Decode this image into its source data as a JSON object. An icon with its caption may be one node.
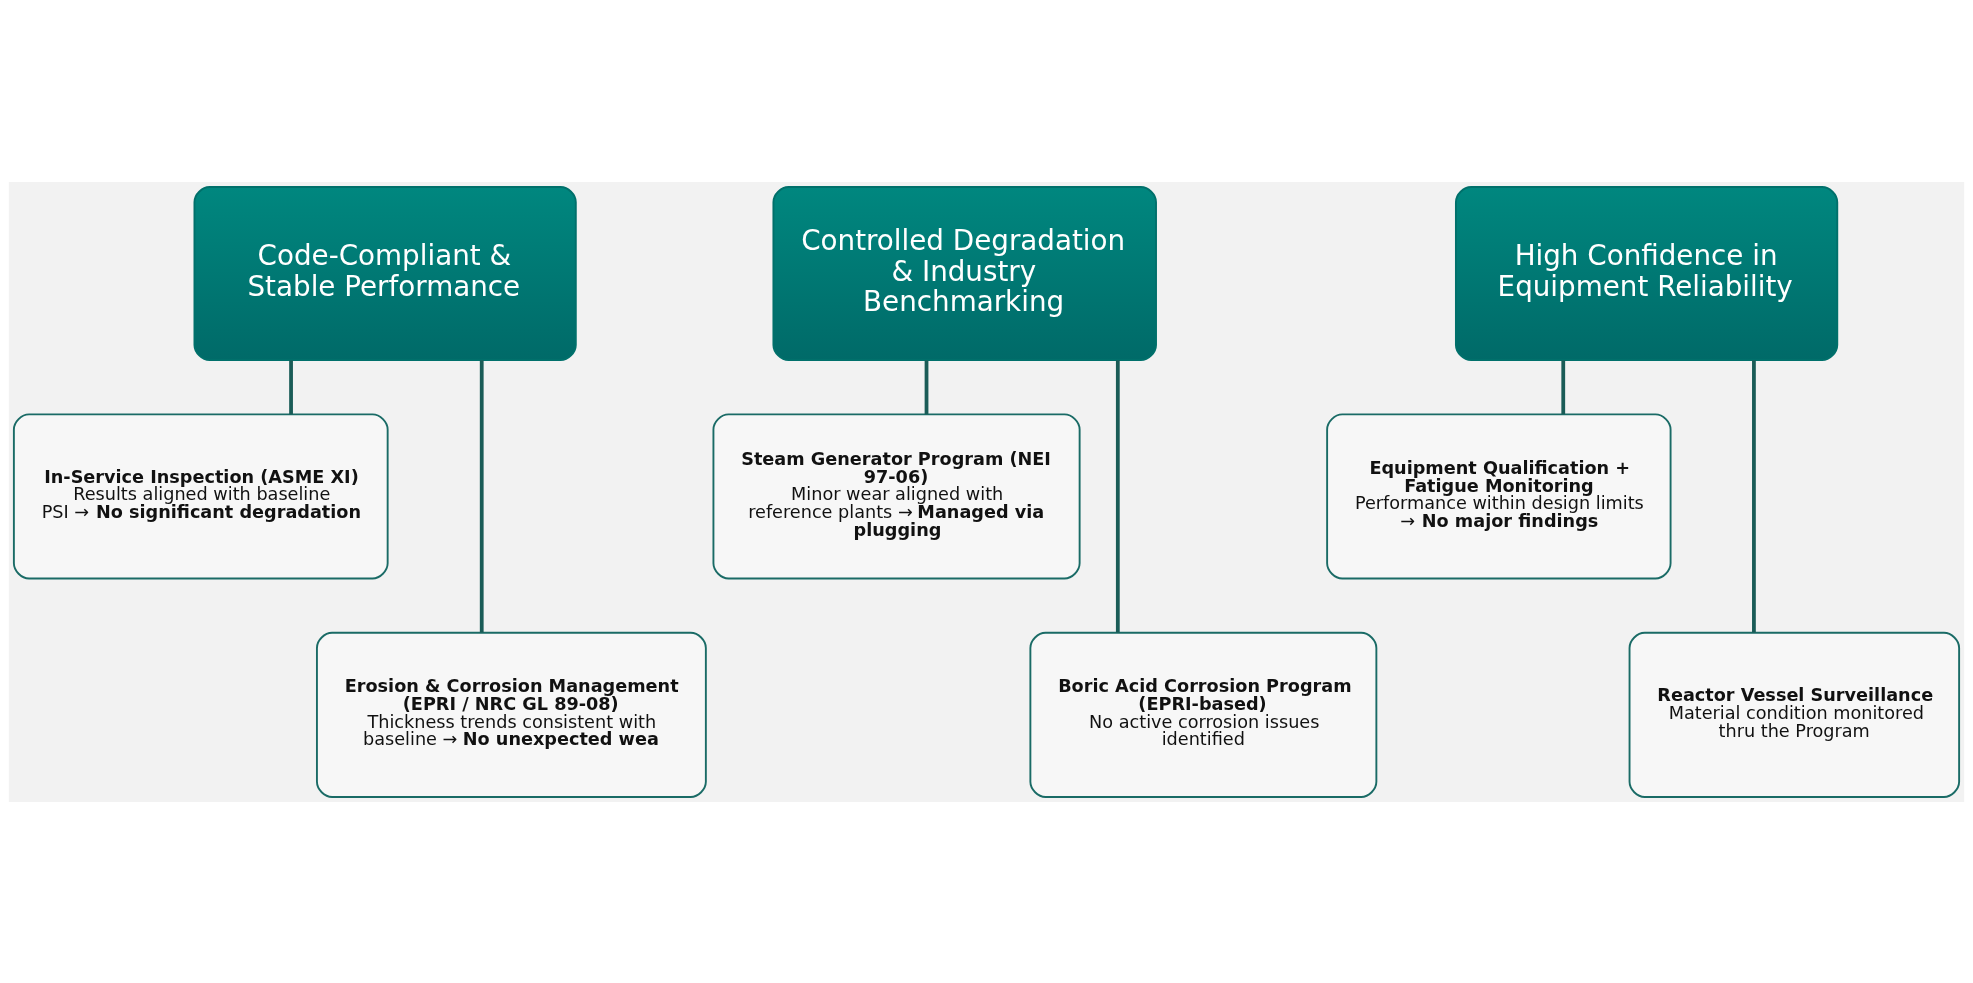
{
  "diagram": {
    "nodes": [
      {
        "text": [
          "Code-Compliant & Stable Performance"
        ]
      },
      {
        "text": [
          "In-Service Inspection (ASME XI)",
          "Results aligned with baseline PSI → **No significant degradation**"
        ]
      },
      {
        "text": [
          "Erosion & Corrosion Management (EPRI / NRC GL 89-08)",
          "Thickness trends consistent with baseline → **No unexpected wea**"
        ]
      },
      {
        "text": [
          "Controlled Degradation & Industry Benchmarking"
        ]
      },
      {
        "text": [
          "Steam Generator Program (NEI 97-06)",
          "Minor wear aligned with reference plants → **Managed via plugging**"
        ]
      },
      {
        "text": [
          "Boric Acid Corrosion Program (EPRI-based)",
          "No active corrosion issues identified"
        ]
      },
      {
        "text": [
          "High Confidence in Equipment Reliability"
        ]
      },
      {
        "text": [
          "Equipment Qualification + Fatigue Monitoring",
          "Performance within design limits → **No major findings**"
        ]
      },
      {
        "text": [
          "Reactor Vessel Surveillance",
          "Material condition monitored thru the Program"
        ]
      }
    ],
    "edges": [
      {
        "from": 0,
        "to": 1,
        "arrow": "none"
      },
      {
        "from": 0,
        "to": 2,
        "arrow": "none"
      },
      {
        "from": 3,
        "to": 4,
        "arrow": "none"
      },
      {
        "from": 3,
        "to": 5,
        "arrow": "none"
      },
      {
        "from": 6,
        "to": 7,
        "arrow": "none"
      },
      {
        "from": 6,
        "to": 8,
        "arrow": "none"
      }
    ]
  }
}
